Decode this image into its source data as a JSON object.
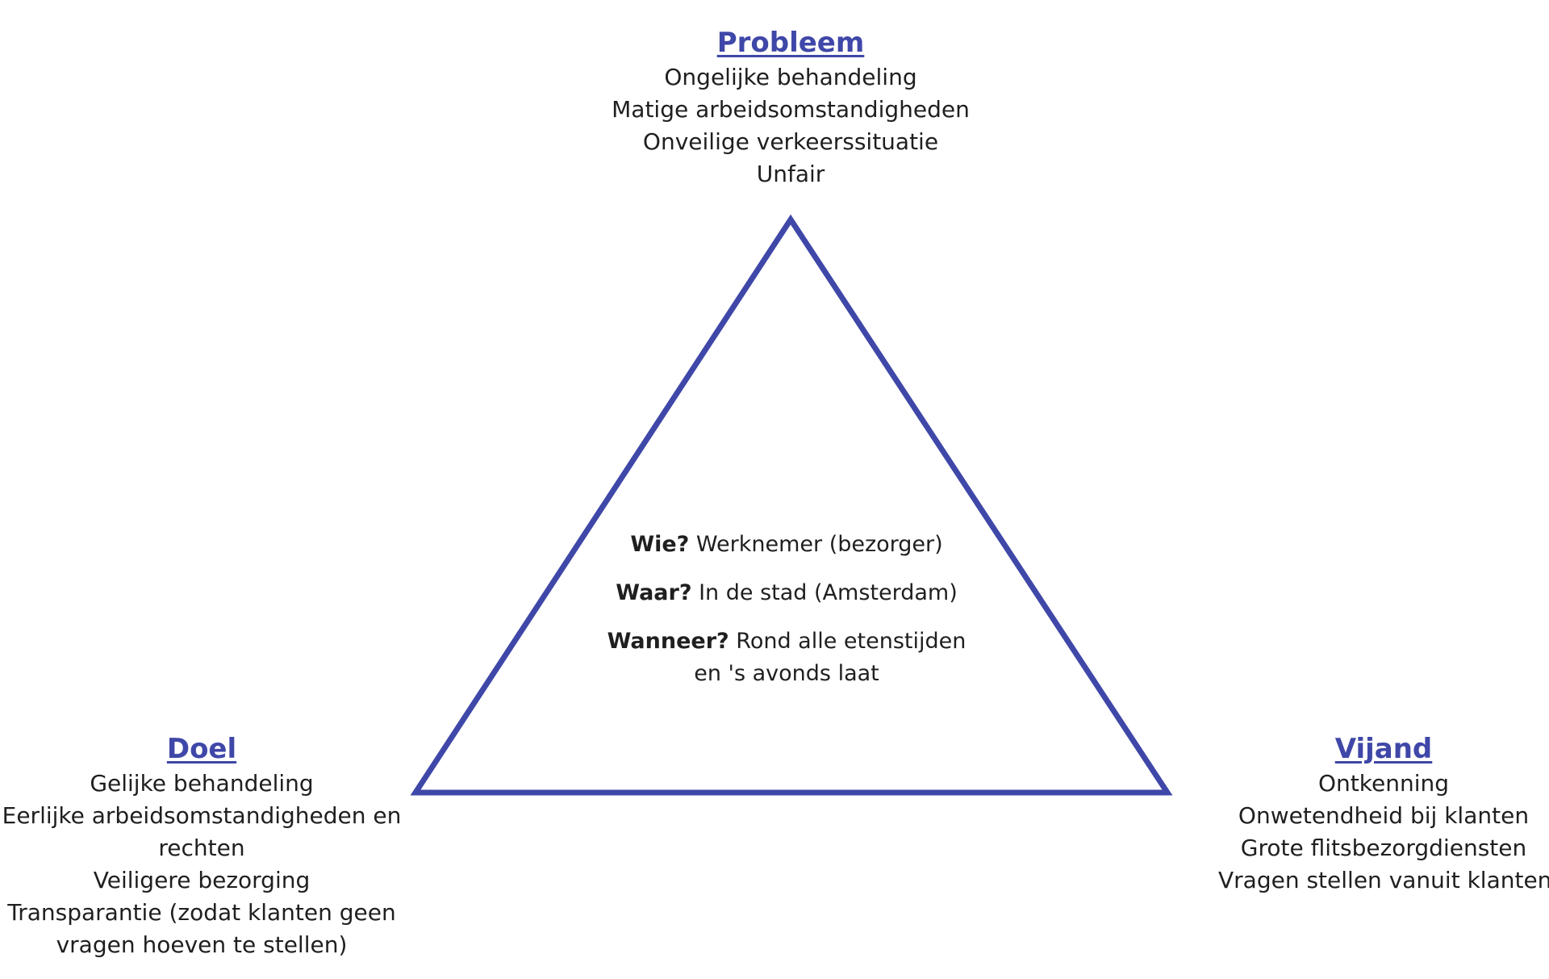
{
  "colors": {
    "accent": "#3f47a8",
    "text": "#1f1f1f",
    "background": "#ffffff"
  },
  "problem": {
    "heading": "Probleem",
    "items": [
      "Ongelijke behandeling",
      "Matige arbeidsomstandigheden",
      "Onveilige verkeerssituatie",
      "Unfair"
    ]
  },
  "goal": {
    "heading": "Doel",
    "items": [
      "Gelijke behandeling",
      "Eerlijke arbeidsomstandigheden en rechten",
      "Veiligere bezorging",
      "Transparantie (zodat klanten geen vragen hoeven te stellen)"
    ]
  },
  "enemy": {
    "heading": "Vijand",
    "items": [
      "Ontkenning",
      "Onwetendheid bij klanten",
      "Grote flitsbezorgdiensten",
      "Vragen stellen vanuit klanten"
    ]
  },
  "center": {
    "who_label": "Wie?",
    "who_value": " Werknemer (bezorger)",
    "where_label": "Waar?",
    "where_value": " In de stad (Amsterdam)",
    "when_label": "Wanneer?",
    "when_value": " Rond alle etenstijden en 's avonds laat"
  }
}
